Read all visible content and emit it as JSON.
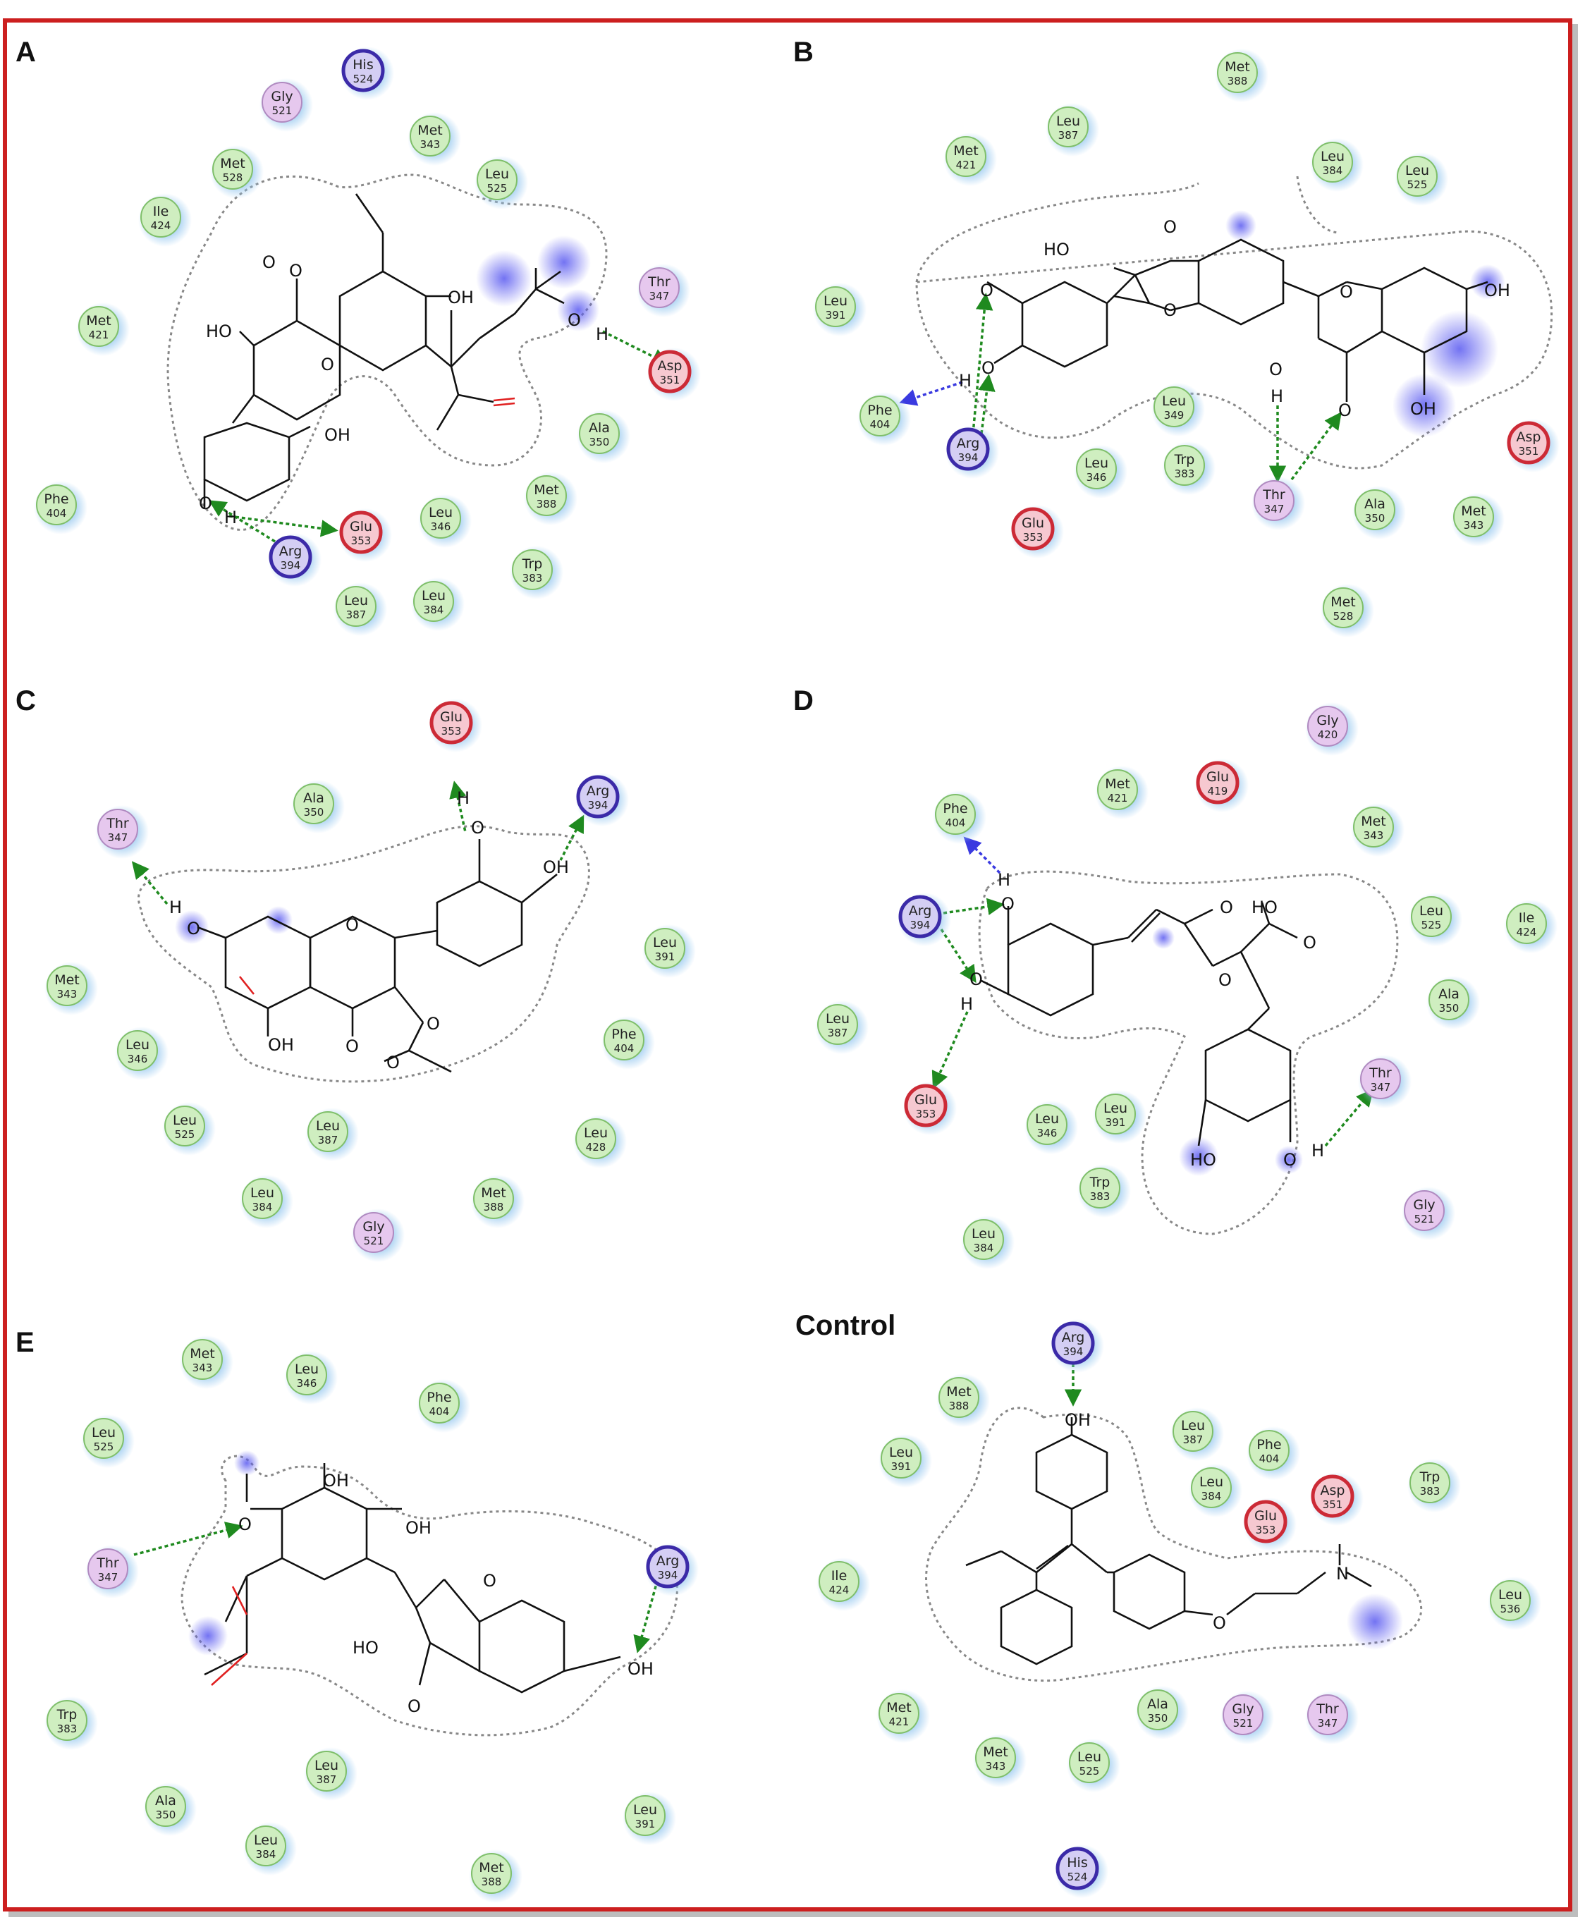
{
  "panels": [
    {
      "label": "A"
    },
    {
      "label": "B"
    },
    {
      "label": "C"
    },
    {
      "label": "D"
    },
    {
      "label": "E"
    },
    {
      "label": "Control"
    }
  ],
  "legend_colors": {
    "hydrophobic": "#cfeec0",
    "polar": "#e6c8ee",
    "negative": "#cc2a36",
    "positive": "#3b2aa8",
    "hbond": "#1f8a1f",
    "aromatic_hbond": "#3a3ae0",
    "pocket_outline": "#888888"
  },
  "residues": [
    {
      "name": "Gly",
      "num": "521",
      "type": "polar"
    },
    {
      "name": "His",
      "num": "524",
      "type": "positive"
    },
    {
      "name": "Met",
      "num": "343",
      "type": "hydrophobic"
    },
    {
      "name": "Met",
      "num": "528",
      "type": "hydrophobic"
    },
    {
      "name": "Leu",
      "num": "525",
      "type": "hydrophobic"
    },
    {
      "name": "Ile",
      "num": "424",
      "type": "hydrophobic"
    },
    {
      "name": "Thr",
      "num": "347",
      "type": "polar"
    },
    {
      "name": "Met",
      "num": "421",
      "type": "hydrophobic"
    },
    {
      "name": "Asp",
      "num": "351",
      "type": "negative"
    },
    {
      "name": "Ala",
      "num": "350",
      "type": "hydrophobic"
    },
    {
      "name": "Phe",
      "num": "404",
      "type": "hydrophobic"
    },
    {
      "name": "Met",
      "num": "388",
      "type": "hydrophobic"
    },
    {
      "name": "Leu",
      "num": "346",
      "type": "hydrophobic"
    },
    {
      "name": "Glu",
      "num": "353",
      "type": "negative"
    },
    {
      "name": "Arg",
      "num": "394",
      "type": "positive"
    },
    {
      "name": "Trp",
      "num": "383",
      "type": "hydrophobic"
    },
    {
      "name": "Leu",
      "num": "384",
      "type": "hydrophobic"
    },
    {
      "name": "Leu",
      "num": "387",
      "type": "hydrophobic"
    },
    {
      "name": "Met",
      "num": "388",
      "type": "hydrophobic"
    },
    {
      "name": "Leu",
      "num": "387",
      "type": "hydrophobic"
    },
    {
      "name": "Met",
      "num": "421",
      "type": "hydrophobic"
    },
    {
      "name": "Leu",
      "num": "384",
      "type": "hydrophobic"
    },
    {
      "name": "Leu",
      "num": "525",
      "type": "hydrophobic"
    },
    {
      "name": "Leu",
      "num": "391",
      "type": "hydrophobic"
    },
    {
      "name": "Phe",
      "num": "404",
      "type": "hydrophobic"
    },
    {
      "name": "Arg",
      "num": "394",
      "type": "positive"
    },
    {
      "name": "Leu",
      "num": "349",
      "type": "hydrophobic"
    },
    {
      "name": "Leu",
      "num": "346",
      "type": "hydrophobic"
    },
    {
      "name": "Trp",
      "num": "383",
      "type": "hydrophobic"
    },
    {
      "name": "Glu",
      "num": "353",
      "type": "negative"
    },
    {
      "name": "Thr",
      "num": "347",
      "type": "polar"
    },
    {
      "name": "Ala",
      "num": "350",
      "type": "hydrophobic"
    },
    {
      "name": "Met",
      "num": "343",
      "type": "hydrophobic"
    },
    {
      "name": "Asp",
      "num": "351",
      "type": "negative"
    },
    {
      "name": "Met",
      "num": "528",
      "type": "hydrophobic"
    },
    {
      "name": "Glu",
      "num": "353",
      "type": "negative"
    },
    {
      "name": "Arg",
      "num": "394",
      "type": "positive"
    },
    {
      "name": "Ala",
      "num": "350",
      "type": "hydrophobic"
    },
    {
      "name": "Thr",
      "num": "347",
      "type": "polar"
    },
    {
      "name": "Leu",
      "num": "391",
      "type": "hydrophobic"
    },
    {
      "name": "Met",
      "num": "343",
      "type": "hydrophobic"
    },
    {
      "name": "Leu",
      "num": "346",
      "type": "hydrophobic"
    },
    {
      "name": "Phe",
      "num": "404",
      "type": "hydrophobic"
    },
    {
      "name": "Leu",
      "num": "525",
      "type": "hydrophobic"
    },
    {
      "name": "Leu",
      "num": "387",
      "type": "hydrophobic"
    },
    {
      "name": "Leu",
      "num": "428",
      "type": "hydrophobic"
    },
    {
      "name": "Leu",
      "num": "384",
      "type": "hydrophobic"
    },
    {
      "name": "Met",
      "num": "388",
      "type": "hydrophobic"
    },
    {
      "name": "Gly",
      "num": "521",
      "type": "polar"
    },
    {
      "name": "Gly",
      "num": "420",
      "type": "polar"
    },
    {
      "name": "Met",
      "num": "421",
      "type": "hydrophobic"
    },
    {
      "name": "Glu",
      "num": "419",
      "type": "negative"
    },
    {
      "name": "Phe",
      "num": "404",
      "type": "hydrophobic"
    },
    {
      "name": "Met",
      "num": "343",
      "type": "hydrophobic"
    },
    {
      "name": "Arg",
      "num": "394",
      "type": "positive"
    },
    {
      "name": "Leu",
      "num": "525",
      "type": "hydrophobic"
    },
    {
      "name": "Ile",
      "num": "424",
      "type": "hydrophobic"
    },
    {
      "name": "Leu",
      "num": "387",
      "type": "hydrophobic"
    },
    {
      "name": "Ala",
      "num": "350",
      "type": "hydrophobic"
    },
    {
      "name": "Thr",
      "num": "347",
      "type": "polar"
    },
    {
      "name": "Glu",
      "num": "353",
      "type": "negative"
    },
    {
      "name": "Leu",
      "num": "346",
      "type": "hydrophobic"
    },
    {
      "name": "Leu",
      "num": "391",
      "type": "hydrophobic"
    },
    {
      "name": "Trp",
      "num": "383",
      "type": "hydrophobic"
    },
    {
      "name": "Gly",
      "num": "521",
      "type": "polar"
    },
    {
      "name": "Leu",
      "num": "384",
      "type": "hydrophobic"
    },
    {
      "name": "Met",
      "num": "343",
      "type": "hydrophobic"
    },
    {
      "name": "Leu",
      "num": "346",
      "type": "hydrophobic"
    },
    {
      "name": "Phe",
      "num": "404",
      "type": "hydrophobic"
    },
    {
      "name": "Leu",
      "num": "525",
      "type": "hydrophobic"
    },
    {
      "name": "Thr",
      "num": "347",
      "type": "polar"
    },
    {
      "name": "Arg",
      "num": "394",
      "type": "positive"
    },
    {
      "name": "Trp",
      "num": "383",
      "type": "hydrophobic"
    },
    {
      "name": "Leu",
      "num": "387",
      "type": "hydrophobic"
    },
    {
      "name": "Ala",
      "num": "350",
      "type": "hydrophobic"
    },
    {
      "name": "Leu",
      "num": "384",
      "type": "hydrophobic"
    },
    {
      "name": "Leu",
      "num": "391",
      "type": "hydrophobic"
    },
    {
      "name": "Met",
      "num": "388",
      "type": "hydrophobic"
    },
    {
      "name": "Arg",
      "num": "394",
      "type": "positive"
    },
    {
      "name": "Met",
      "num": "388",
      "type": "hydrophobic"
    },
    {
      "name": "Leu",
      "num": "391",
      "type": "hydrophobic"
    },
    {
      "name": "Leu",
      "num": "387",
      "type": "hydrophobic"
    },
    {
      "name": "Phe",
      "num": "404",
      "type": "hydrophobic"
    },
    {
      "name": "Leu",
      "num": "384",
      "type": "hydrophobic"
    },
    {
      "name": "Asp",
      "num": "351",
      "type": "negative"
    },
    {
      "name": "Trp",
      "num": "383",
      "type": "hydrophobic"
    },
    {
      "name": "Glu",
      "num": "353",
      "type": "negative"
    },
    {
      "name": "Ile",
      "num": "424",
      "type": "hydrophobic"
    },
    {
      "name": "Leu",
      "num": "536",
      "type": "hydrophobic"
    },
    {
      "name": "Met",
      "num": "421",
      "type": "hydrophobic"
    },
    {
      "name": "Ala",
      "num": "350",
      "type": "hydrophobic"
    },
    {
      "name": "Gly",
      "num": "521",
      "type": "polar"
    },
    {
      "name": "Thr",
      "num": "347",
      "type": "polar"
    },
    {
      "name": "Met",
      "num": "343",
      "type": "hydrophobic"
    },
    {
      "name": "Leu",
      "num": "525",
      "type": "hydrophobic"
    },
    {
      "name": "His",
      "num": "524",
      "type": "positive"
    }
  ],
  "atom_labels": [
    "O",
    "O",
    "HO",
    "O",
    "OH",
    "O",
    "H",
    "OH",
    "O",
    "H",
    "HO",
    "O",
    "O",
    "O",
    "O",
    "OH",
    "O",
    "OH",
    "H",
    "O",
    "H",
    "O",
    "O",
    "O",
    "H",
    "OH",
    "H",
    "O",
    "OH",
    "O",
    "O",
    "O",
    "O",
    "O",
    "O",
    "HO",
    "O",
    "H",
    "O",
    "H",
    "HO",
    "O",
    "H",
    "O",
    "OH",
    "OH",
    "O",
    "HO",
    "O",
    "OH",
    "OH",
    "O",
    "N"
  ]
}
